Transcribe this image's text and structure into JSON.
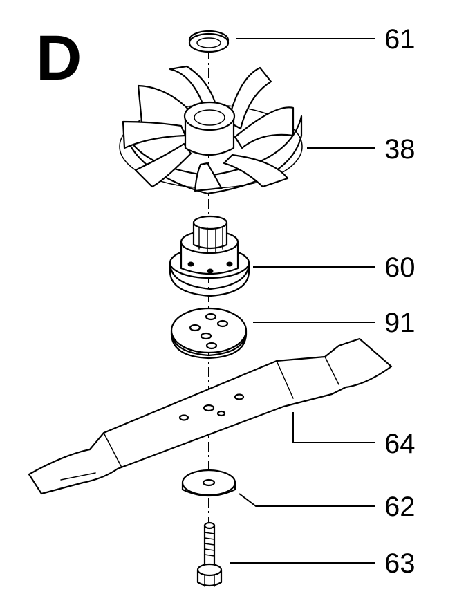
{
  "diagram": {
    "section_letter": "D",
    "callouts": {
      "washer_top": "61",
      "fan": "38",
      "hub": "60",
      "plate": "91",
      "blade": "64",
      "washer_bottom": "62",
      "bolt": "63"
    }
  }
}
